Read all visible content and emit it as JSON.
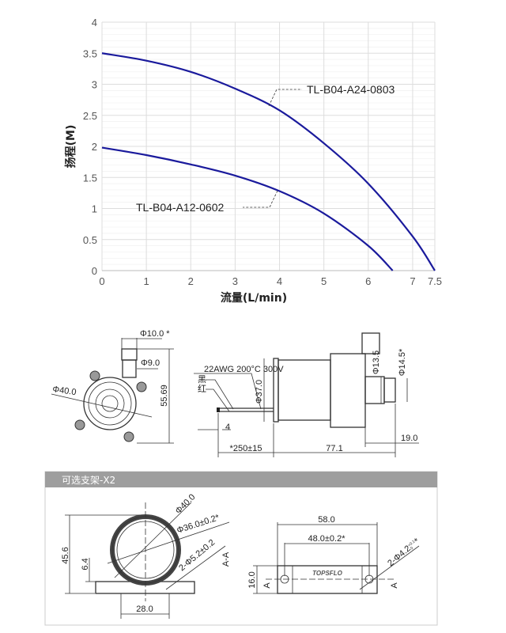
{
  "chart_data": {
    "type": "line",
    "xlabel": "流量(L/min)",
    "ylabel": "扬程(M)",
    "xlim": [
      0,
      7.5
    ],
    "ylim": [
      0,
      4
    ],
    "x_ticks": [
      "0",
      "1",
      "2",
      "3",
      "4",
      "5",
      "6",
      "7",
      "7.5"
    ],
    "y_ticks": [
      "0",
      "0.5",
      "1",
      "1.5",
      "2",
      "2.5",
      "3",
      "3.5",
      "4"
    ],
    "grid": true,
    "line_color": "#1a1a9c",
    "series": [
      {
        "name": "TL-B04-A24-0803",
        "x": [
          0,
          1,
          2,
          3,
          4,
          5,
          6,
          7,
          7.5
        ],
        "y": [
          3.5,
          3.38,
          3.2,
          2.93,
          2.58,
          2.05,
          1.4,
          0.55,
          0
        ]
      },
      {
        "name": "TL-B04-A12-0602",
        "x": [
          0,
          1,
          2,
          3,
          4,
          5,
          6,
          6.55
        ],
        "y": [
          1.98,
          1.86,
          1.71,
          1.53,
          1.28,
          0.92,
          0.4,
          0
        ]
      }
    ]
  },
  "drawing_pump": {
    "phi_10": "Φ10.0 *",
    "phi_9": "Φ9.0",
    "phi_40": "Φ40.0",
    "h_5569": "55.69",
    "wire_spec": "22AWG 200°C 300V",
    "wire_black": "黑",
    "wire_red": "红",
    "phi_37": "Φ37.0",
    "phi_135": "Φ13.5",
    "phi_145": "Φ14.5*",
    "strip_4": "4",
    "len_19": "19.0",
    "wire_len": "*250±15",
    "len_771": "77.1"
  },
  "bracket": {
    "header": "可选支架-X2",
    "header_color": "#9e9e9e",
    "phi_40": "Φ40.0",
    "phi_36": "Φ36.0±0.2*",
    "hole_52": "2-Φ5.2±0.2",
    "h_456": "45.6",
    "h_64": "6.4",
    "w_28": "28.0",
    "section": "A-A",
    "w_58": "58.0",
    "w_48": "48.0±0.2*",
    "h_16": "16.0",
    "sec_mark": "A",
    "hole_42": "2-Φ4.2",
    "hole_42_tol_upper": "+0.1",
    "hole_42_tol_lower": "0",
    "hole_42_star": "*",
    "logo": "TOPSFLO"
  }
}
